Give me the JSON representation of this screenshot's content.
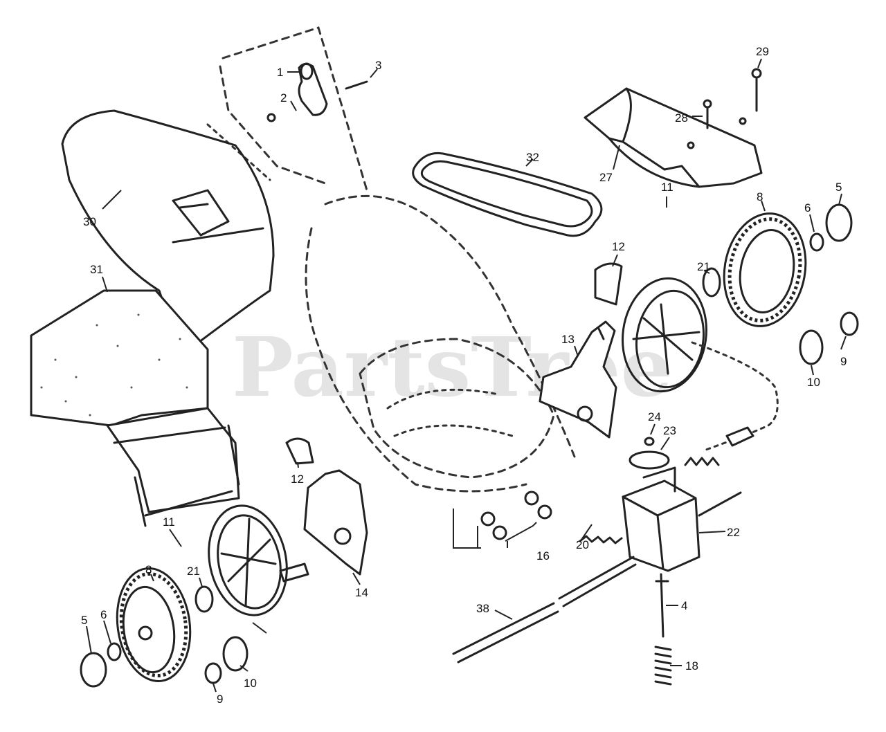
{
  "watermark": "PartsTree",
  "callouts": [
    {
      "id": "c1",
      "label": "1"
    },
    {
      "id": "c2",
      "label": "2"
    },
    {
      "id": "c3",
      "label": "3"
    },
    {
      "id": "c4",
      "label": "4"
    },
    {
      "id": "c5a",
      "label": "5"
    },
    {
      "id": "c5b",
      "label": "5"
    },
    {
      "id": "c6a",
      "label": "6"
    },
    {
      "id": "c6b",
      "label": "6"
    },
    {
      "id": "c8a",
      "label": "8"
    },
    {
      "id": "c8b",
      "label": "8"
    },
    {
      "id": "c9a",
      "label": "9"
    },
    {
      "id": "c9b",
      "label": "9"
    },
    {
      "id": "c10a",
      "label": "10"
    },
    {
      "id": "c10b",
      "label": "10"
    },
    {
      "id": "c11a",
      "label": "11"
    },
    {
      "id": "c11b",
      "label": "11"
    },
    {
      "id": "c12a",
      "label": "12"
    },
    {
      "id": "c12b",
      "label": "12"
    },
    {
      "id": "c13",
      "label": "13"
    },
    {
      "id": "c14",
      "label": "14"
    },
    {
      "id": "c16",
      "label": "16"
    },
    {
      "id": "c18",
      "label": "18"
    },
    {
      "id": "c20",
      "label": "20"
    },
    {
      "id": "c21a",
      "label": "21"
    },
    {
      "id": "c21b",
      "label": "21"
    },
    {
      "id": "c22",
      "label": "22"
    },
    {
      "id": "c23",
      "label": "23"
    },
    {
      "id": "c24",
      "label": "24"
    },
    {
      "id": "c27",
      "label": "27"
    },
    {
      "id": "c28",
      "label": "28"
    },
    {
      "id": "c29",
      "label": "29"
    },
    {
      "id": "c30",
      "label": "30"
    },
    {
      "id": "c31",
      "label": "31"
    },
    {
      "id": "c32",
      "label": "32"
    },
    {
      "id": "c38",
      "label": "38"
    }
  ]
}
